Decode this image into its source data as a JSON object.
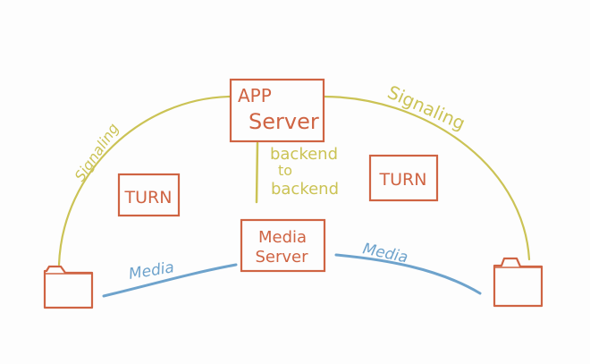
{
  "colors": {
    "background": "#fdfdfd",
    "box": "#cf6443",
    "signaling": "#cbc355",
    "media": "#6ea3cc"
  },
  "nodes": {
    "app_server": {
      "line1": "APP",
      "line2": "Server"
    },
    "media_server": {
      "line1": "Media",
      "line2": "Server"
    },
    "turn_left": {
      "label": "TURN"
    },
    "turn_right": {
      "label": "TURN"
    }
  },
  "edges": {
    "signaling_left": "Signaling",
    "signaling_right": "Signaling",
    "backend": {
      "line1": "backend",
      "line2": "to",
      "line3": "backend"
    },
    "media_left": "Media",
    "media_right": "Media"
  },
  "icons": {
    "client_left": "folder-icon",
    "client_right": "folder-icon"
  }
}
